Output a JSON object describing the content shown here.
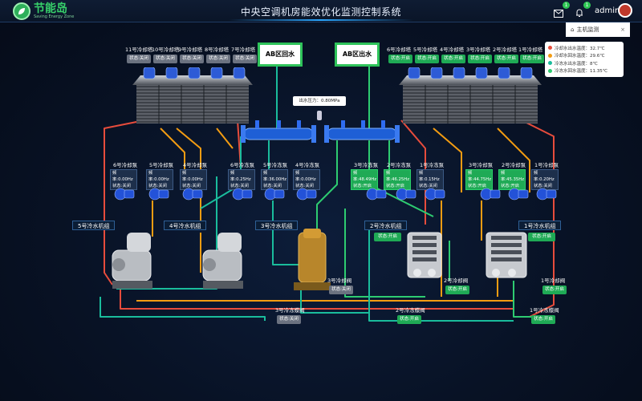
{
  "header": {
    "logo_main": "节能岛",
    "logo_sub": "Saving Energy Zone",
    "title": "中央空调机房能效优化监测控制系统",
    "mail_badge": "1",
    "bell_badge": "1",
    "user": "admin"
  },
  "tab": {
    "label": "主机监测",
    "close": "×"
  },
  "legend": [
    {
      "label": "冷却水出水温度：32.7℃",
      "color": "#e74c3c"
    },
    {
      "label": "冷却水回水温度：29.6℃",
      "color": "#f39c12"
    },
    {
      "label": "冷冻水出水温度：8℃",
      "color": "#1abc9c"
    },
    {
      "label": "冷冻水回水温度：11.35℃",
      "color": "#2ecc71"
    }
  ],
  "headers": {
    "return": "AB区回水",
    "supply": "AB区出水"
  },
  "pressure": "出水压力：0.80MPa",
  "towers_left": [
    {
      "name": "11号冷却塔",
      "status": "状态:关闭"
    },
    {
      "name": "10号冷却塔",
      "status": "状态:关闭"
    },
    {
      "name": "9号冷却塔",
      "status": "状态:关闭"
    },
    {
      "name": "8号冷却塔",
      "status": "状态:关闭"
    },
    {
      "name": "7号冷却塔",
      "status": "状态:关闭"
    }
  ],
  "towers_right": [
    {
      "name": "6号冷却塔",
      "status": "状态:开启"
    },
    {
      "name": "5号冷却塔",
      "status": "状态:开启"
    },
    {
      "name": "4号冷却塔",
      "status": "状态:开启"
    },
    {
      "name": "3号冷却塔",
      "status": "状态:开启"
    },
    {
      "name": "2号冷却塔",
      "status": "状态:开启"
    },
    {
      "name": "1号冷却塔",
      "status": "状态:开启"
    }
  ],
  "pumps_cool_left": [
    {
      "name": "6号冷却泵",
      "freq": "频率:0.00Hz",
      "status": "状态:关闭"
    },
    {
      "name": "5号冷却泵",
      "freq": "频率:0.00Hz",
      "status": "状态:关闭"
    },
    {
      "name": "4号冷却泵",
      "freq": "频率:0.00Hz",
      "status": "状态:关闭"
    }
  ],
  "pumps_chill_left": [
    {
      "name": "6号冷冻泵",
      "freq": "频率:0.25Hz",
      "status": "状态:关闭"
    },
    {
      "name": "5号冷冻泵",
      "freq": "频率:36.00Hz",
      "status": "状态:关闭"
    },
    {
      "name": "4号冷冻泵",
      "freq": "频率:0.00Hz",
      "status": "状态:关闭"
    }
  ],
  "pumps_chill_right": [
    {
      "name": "3号冷冻泵",
      "freq": "频率:48.49Hz",
      "status": "状态:开启"
    },
    {
      "name": "2号冷冻泵",
      "freq": "频率:46.25Hz",
      "status": "状态:开启"
    },
    {
      "name": "1号冷冻泵",
      "freq": "频率:0.15Hz",
      "status": "状态:关闭"
    }
  ],
  "pumps_cool_right": [
    {
      "name": "3号冷却泵",
      "freq": "频率:44.75Hz",
      "status": "状态:开启"
    },
    {
      "name": "2号冷却泵",
      "freq": "频率:45.35Hz",
      "status": "状态:开启"
    },
    {
      "name": "1号冷却泵",
      "freq": "频率:0.20Hz",
      "status": "状态:关闭"
    }
  ],
  "chillers": {
    "c5": "5号冷水机组",
    "c4": "4号冷水机组",
    "c3": "3号冷水机组",
    "c2": {
      "name": "2号冷水机组",
      "status": "状态:开启"
    },
    "c1": {
      "name": "1号冷水机组",
      "status": "状态:开启"
    }
  },
  "valves": {
    "v3_cool": {
      "name": "3号冷却阀",
      "status": "状态:关闭"
    },
    "v3_chill": {
      "name": "3号冷冻蝶阀",
      "status": "状态:关闭"
    },
    "v2_cool": {
      "name": "2号冷却阀",
      "status": "状态:开启"
    },
    "v2_chill": {
      "name": "2号冷冻蝶阀",
      "status": "状态:开启"
    },
    "v1_cool": {
      "name": "1号冷却阀",
      "status": "状态:开启"
    },
    "v1_chill": {
      "name": "1号冷冻蝶阀",
      "status": "状态:开启"
    }
  }
}
